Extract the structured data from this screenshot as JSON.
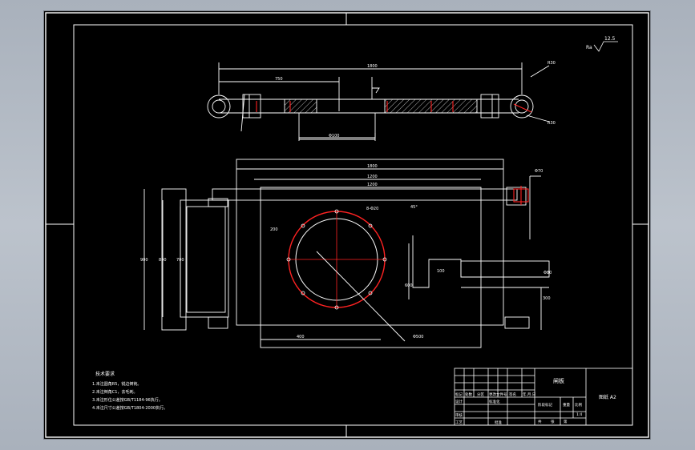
{
  "colors": {
    "background": "#000000",
    "line": "#ffffff",
    "accent": "#ff2222",
    "app_chrome": "#b3bac3"
  },
  "roughness": {
    "symbol": "Ra",
    "value": "12.5"
  },
  "dims": {
    "total_length": "1800",
    "left_offset": "750",
    "shaft_fit": "Φ100",
    "left_radius": "R30",
    "right_radius": "R30",
    "plate_outer": "1800",
    "plate_mid": "1200",
    "plate_inner": "1200",
    "hole_dia": "Φ70",
    "height_outer": "900",
    "height_mid": "800",
    "height_inner": "700",
    "bolt_circle": "8-Φ20",
    "opening_dia": "Φ500",
    "left_depth": "200",
    "bottom_width": "400",
    "slot_width": "100",
    "slot_height": "600",
    "slot_height_r": "300",
    "angle_label": "45°",
    "hinge_label": "Φ80"
  },
  "notes": {
    "title": "技术要求",
    "items": [
      "1.未注圆角R5，锐边倒钝。",
      "2.未注倒角C1，去毛刺。",
      "3.未注形位公差按GB/T1184-96执行。",
      "4.未注尺寸公差按GB/T1804-2000执行。"
    ]
  },
  "title_block": {
    "name": "闸板",
    "drawing_no": "图纸 A2",
    "labels": [
      "标记",
      "处数",
      "分区",
      "更改文件号",
      "签名",
      "年.月.日"
    ],
    "roles": [
      "设计",
      "标准化",
      "审核",
      "工艺",
      "批准"
    ],
    "stage": "阶段标记",
    "weight": "重量",
    "scale_label": "比例",
    "scale": "1:4",
    "sheet": "共",
    "sheet2": "张",
    "sheet3": "第"
  }
}
